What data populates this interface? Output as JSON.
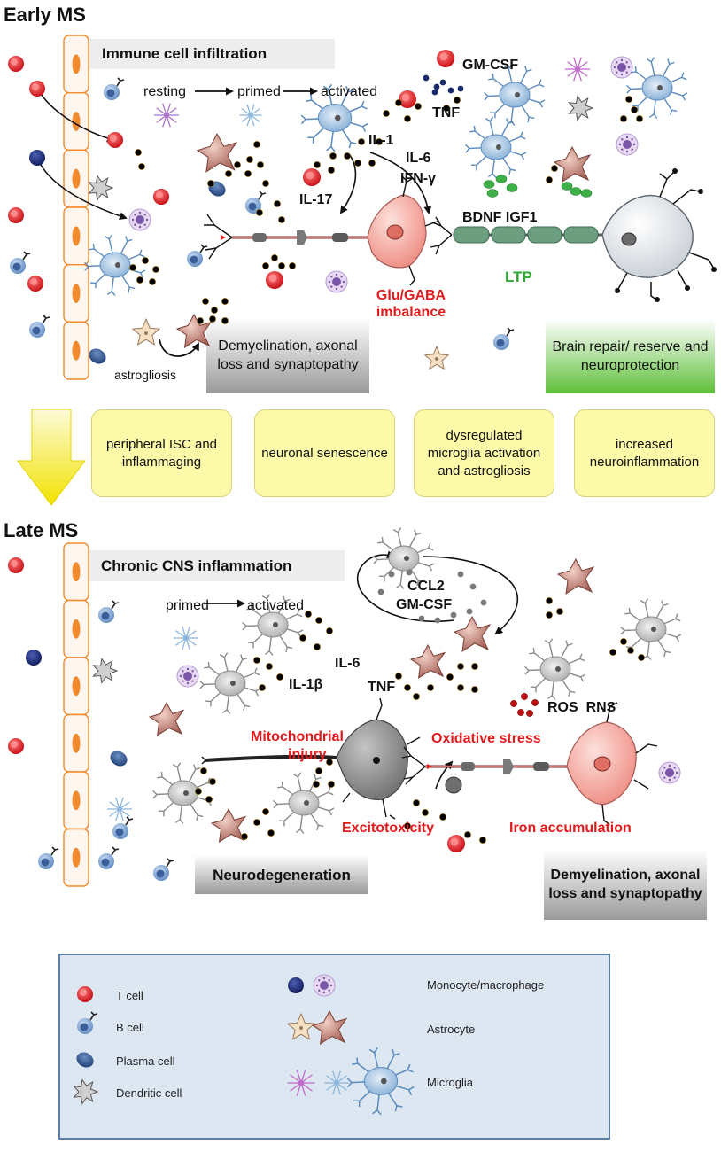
{
  "headings": {
    "early": "Early MS",
    "late": "Late MS"
  },
  "boxes": {
    "immune_infiltration": "Immune cell infiltration",
    "early_demyelination": "Demyelination, axonal loss and synaptopathy",
    "brain_repair": "Brain repair/ reserve and neuroprotection",
    "chronic_inflammation": "Chronic CNS inflammation",
    "neurodegeneration": "Neurodegeneration",
    "late_demyelination": "Demyelination, axonal loss and synaptopathy"
  },
  "transition_boxes": [
    "peripheral ISC and inflammaging",
    "neuronal senescence",
    "dysregulated microglia activation and  astrogliosis",
    "increased neuroinflammation"
  ],
  "early_labels": {
    "resting": "resting",
    "primed": "primed",
    "activated": "activated",
    "gmcsf": "GM-CSF",
    "tnf": "TNF",
    "il1": "IL-1",
    "il6": "IL-6",
    "ifng": "IFN-γ",
    "il17": "IL-17",
    "bdnf_igf1": "BDNF IGF1",
    "ltp": "LTP",
    "glu_gaba": "Glu/GABA imbalance",
    "astrogliosis": "astrogliosis"
  },
  "late_labels": {
    "primed": "primed",
    "activated": "activated",
    "ccl2": "CCL2",
    "gmcsf": "GM-CSF",
    "il6": "IL-6",
    "il1b": "IL-1β",
    "tnf": "TNF",
    "ros_rns": "ROS  RNS",
    "mito": "Mitochondrial injury",
    "oxidative": "Oxidative stress",
    "excito": "Excitotoxicity",
    "iron": "Iron accumulation"
  },
  "legend": {
    "t_cell": "T cell",
    "b_cell": "B cell",
    "plasma_cell": "Plasma cell",
    "dendritic_cell": "Dendritic cell",
    "monocyte": "Monocyte/macrophage",
    "astrocyte": "Astrocyte",
    "microglia": "Microglia"
  },
  "colors": {
    "t_cell": "#e8141c",
    "b_cell": "#6f97cc",
    "plasma": "#274f8a",
    "monocyte": "#1a2a7a",
    "cytokine": "#f1b61a",
    "microglia": "#8fb7dc",
    "gray_microglia": "#b7b7b7",
    "astro_reactive": "#c07a6c",
    "astro_resting": "#f5dfc5",
    "neuron_pink": "#f6a9a0",
    "neuron_gray": "#8a8a8a",
    "vessel_cell": "#f08a2c",
    "warning_red": "#e31a1c",
    "ltp_green": "#2aa832"
  }
}
